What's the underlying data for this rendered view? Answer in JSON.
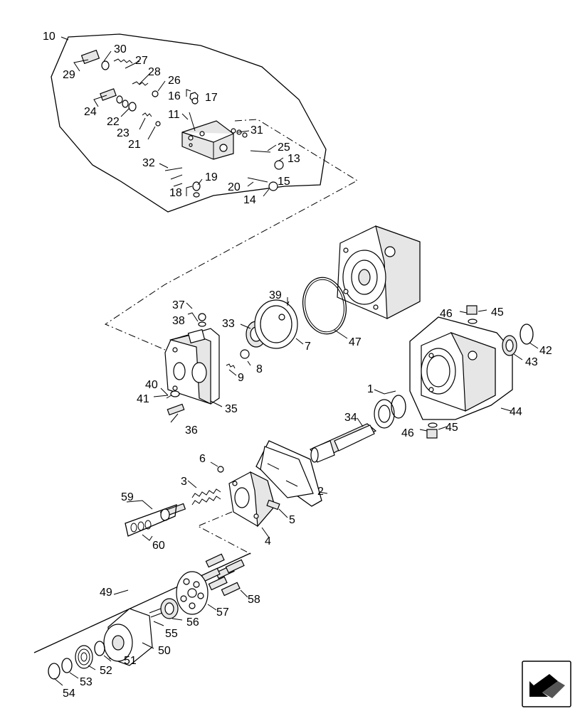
{
  "diagram": {
    "callouts": {
      "c1": "1",
      "c2": "2",
      "c3": "3",
      "c4": "4",
      "c5": "5",
      "c6": "6",
      "c7": "7",
      "c8": "8",
      "c9": "9",
      "c10": "10",
      "c11": "11",
      "c13": "13",
      "c14": "14",
      "c15": "15",
      "c16": "16",
      "c17": "17",
      "c18": "18",
      "c19": "19",
      "c20": "20",
      "c21": "21",
      "c22": "22",
      "c23": "23",
      "c24": "24",
      "c25": "25",
      "c26": "26",
      "c27": "27",
      "c28": "28",
      "c29": "29",
      "c30": "30",
      "c31": "31",
      "c32": "32",
      "c33": "33",
      "c34": "34",
      "c35": "35",
      "c36": "36",
      "c37": "37",
      "c38": "38",
      "c39": "39",
      "c40": "40",
      "c41": "41",
      "c42": "42",
      "c43": "43",
      "c44": "44",
      "c45a": "45",
      "c45b": "45",
      "c46a": "46",
      "c46b": "46",
      "c47": "47",
      "c49": "49",
      "c50": "50",
      "c51": "51",
      "c52": "52",
      "c53": "53",
      "c54": "54",
      "c55": "55",
      "c56": "56",
      "c57": "57",
      "c58": "58",
      "c59": "59",
      "c60": "60"
    },
    "icons": {
      "nav": "page-arrow-icon"
    }
  }
}
